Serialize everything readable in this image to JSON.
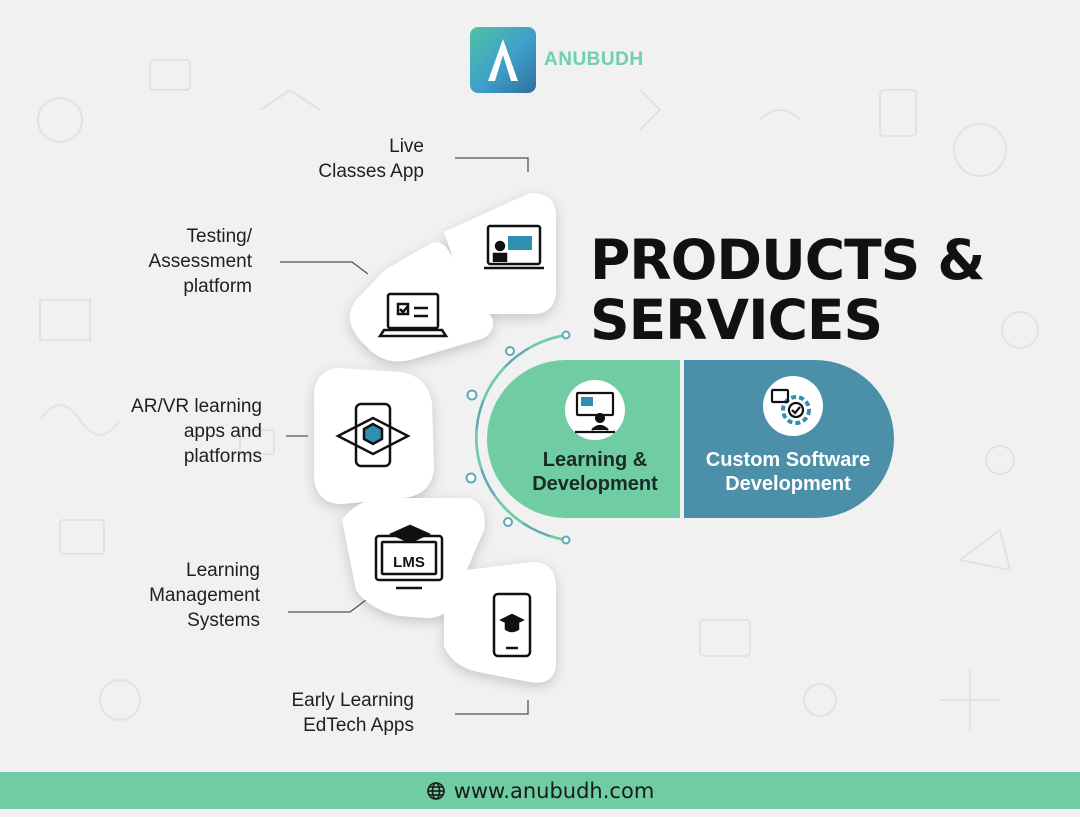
{
  "brand": {
    "name": "ANUBUDH"
  },
  "title": {
    "line1": "PRODUCTS &",
    "line2": "SERVICES"
  },
  "items": [
    {
      "label": "Live\nClasses App",
      "icon": "presentation-screen-icon"
    },
    {
      "label": "Testing/\nAssessment\nplatform",
      "icon": "laptop-checklist-icon"
    },
    {
      "label": "AR/VR learning\napps and\nplatforms",
      "icon": "ar-phone-cube-icon"
    },
    {
      "label": "Learning\nManagement\nSystems",
      "icon": "lms-monitor-icon"
    },
    {
      "label": "Early Learning\nEdTech Apps",
      "icon": "phone-graduation-cap-icon"
    }
  ],
  "services": [
    {
      "label": "Learning &\nDevelopment",
      "icon": "teacher-board-icon",
      "color": "#6fcca3"
    },
    {
      "label": "Custom Software\nDevelopment",
      "icon": "gear-check-icon",
      "color": "#4c8fa8"
    }
  ],
  "icons_text": {
    "lms": "LMS"
  },
  "footer": {
    "url": "www.anubudh.com",
    "icon": "globe-icon"
  },
  "colors": {
    "accent_green": "#6fcca3",
    "accent_blue": "#4c8fa8",
    "background": "#f1f1f1",
    "text": "#111111"
  }
}
